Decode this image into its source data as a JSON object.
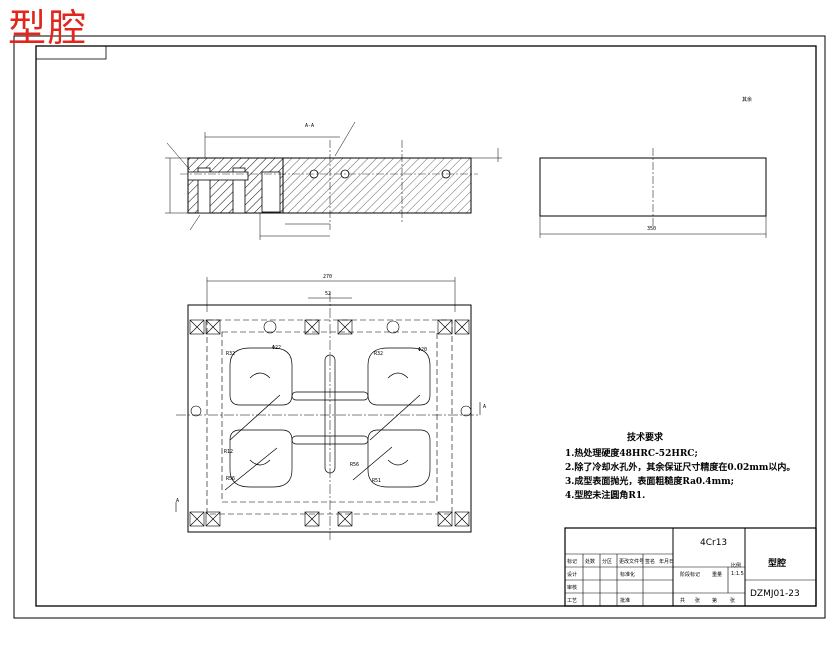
{
  "title": "型腔",
  "technical_requirements": {
    "heading": "技术要求",
    "items": [
      "1.热处理硬度48HRC-52HRC;",
      "2.除了冷却水孔外，其余保证尺寸精度在0.02mm以内。",
      "3.成型表面抛光，表面粗糙度Ra0.4mm;",
      "4.型腔未注圆角R1."
    ]
  },
  "title_block": {
    "material": "4Cr13",
    "part_name": "型腔",
    "drawing_number": "DZMJ01-23",
    "scale": "1:1.5",
    "header_labels": [
      "标记",
      "处数",
      "分区",
      "更改文件号",
      "签名",
      "年月日"
    ],
    "row_labels": [
      "设计",
      "审核",
      "工艺"
    ],
    "standard_label": "标准化",
    "approve_label": "批准",
    "stage_label": "阶段标记",
    "weight_label": "重量",
    "ratio_label": "比例",
    "sheet_labels": [
      "共",
      "张",
      "第",
      "张"
    ]
  },
  "drawing_labels": {
    "roughness_note": "其余",
    "section_label": "A-A",
    "side_view_width": "350",
    "plan_width": "270",
    "plan_inner_width": "52",
    "radius_r32": "R32",
    "radius_r56": "R56",
    "radius_r51": "R51",
    "dia_22": "Φ22",
    "dia_20": "Φ20",
    "r12": "R12",
    "a_label": "A"
  },
  "colors": {
    "title_red": "#e0261d",
    "line": "#000000"
  }
}
